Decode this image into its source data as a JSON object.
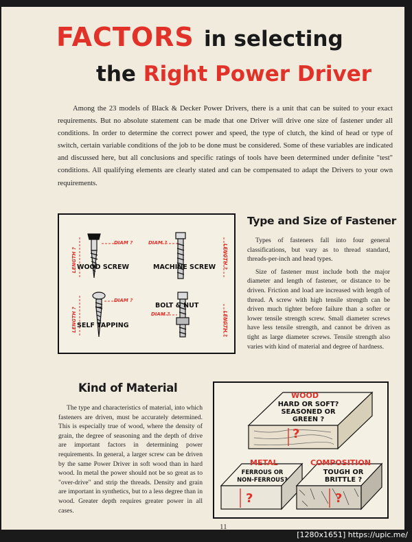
{
  "title": {
    "line1_red": "FACTORS",
    "line1_black": "in selecting",
    "line2_black": "the",
    "line2_red": "Right Power Driver"
  },
  "intro": "Among the 23 models of Black & Decker Power Drivers, there is a unit that can be suited to your exact requirements. But no absolute statement can be made that one Driver will drive one size of fastener under all conditions. In order to determine the correct power and speed, the type of clutch, the kind of head or type of switch, certain variable conditions of the job to be done must be considered. Some of these variables are indicated and discussed here, but all conclusions and specific ratings of tools have been determined under definite \"test\" conditions. All qualifying elements are clearly stated and can be compensated to adapt the Drivers to your own requirements.",
  "fastener": {
    "heading": "Type and Size of Fastener",
    "p1": "Types of fasteners fall into four general classifications, but vary as to thread standard, threads-per-inch and head types.",
    "p2": "Size of fastener must include both the major diameter and length of fastener, or distance to be driven. Friction and load are increased with length of thread. A screw with high tensile strength can be driven much tighter before failure than a softer or lower tensile strength screw. Small diameter screws have less tensile strength, and cannot be driven as tight as large diameter screws. Tensile strength also varies with kind of material and degree of hardness."
  },
  "fastener_diagram": {
    "wood_screw": "WOOD SCREW",
    "machine_screw": "MACHINE SCREW",
    "self_tapping": "SELF TAPPING",
    "bolt_nut": "BOLT & NUT",
    "diam": "DIAM ?",
    "length": "LENGTH ?"
  },
  "material": {
    "heading": "Kind of Material",
    "p1": "The type and characteristics of material, into which fasteners are driven, must be accurately determined. This is especially true of wood, where the density of grain, the degree of seasoning and the depth of drive are important factors in determining power requirements. In general, a larger screw can be driven by the same Power Driver in soft wood than in hard wood. In metal the power should not be so great as to \"over-drive\" and strip the threads. Density and grain are important in synthetics, but to a less degree than in wood. Greater depth requires greater power in all cases."
  },
  "material_diagram": {
    "wood_title": "WOOD",
    "wood_l1": "HARD OR SOFT?",
    "wood_l2": "SEASONED OR",
    "wood_l3": "GREEN ?",
    "metal_title": "METAL",
    "metal_l1": "FERROUS OR",
    "metal_l2": "NON-FERROUS?",
    "comp_title": "COMPOSITION",
    "comp_l1": "TOUGH OR",
    "comp_l2": "BRITTLE ?",
    "question": "?"
  },
  "page_number": "11",
  "stamp": "[1280x1651] https://upic.me/"
}
